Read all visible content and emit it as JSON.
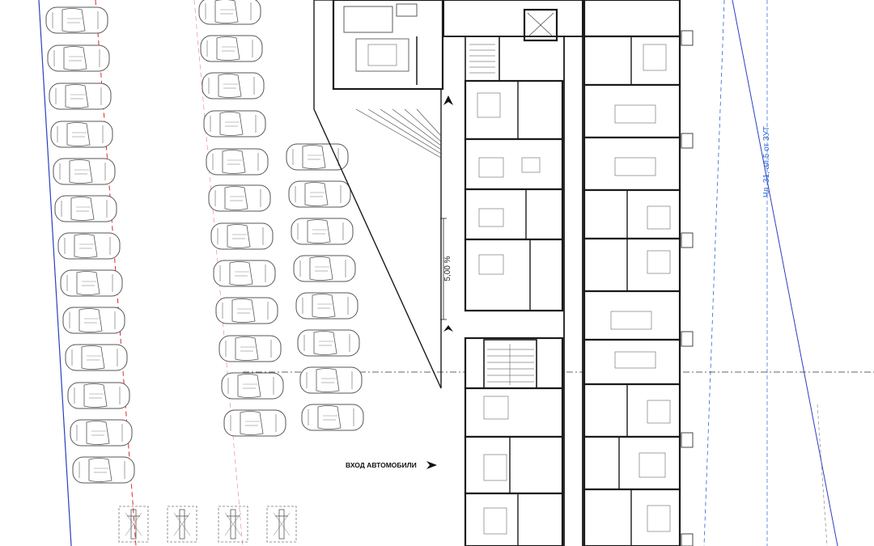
{
  "labels": {
    "entrance": "ВХОД АВТОМОБИЛИ",
    "slope": "5,00 %",
    "setback_note": "Чл. 31, ал.5 от ЗУТ"
  },
  "colors": {
    "wall": "#1a1a1a",
    "boundary_blue": "#2b3fbf",
    "boundary_red": "#e0262b",
    "setback_text": "#2a66d8",
    "car": "#555555",
    "room_fill": "#ffffff"
  },
  "icons": [
    "car-icon",
    "arrow-right-icon",
    "north-arrow-icon",
    "staircase-icon"
  ]
}
